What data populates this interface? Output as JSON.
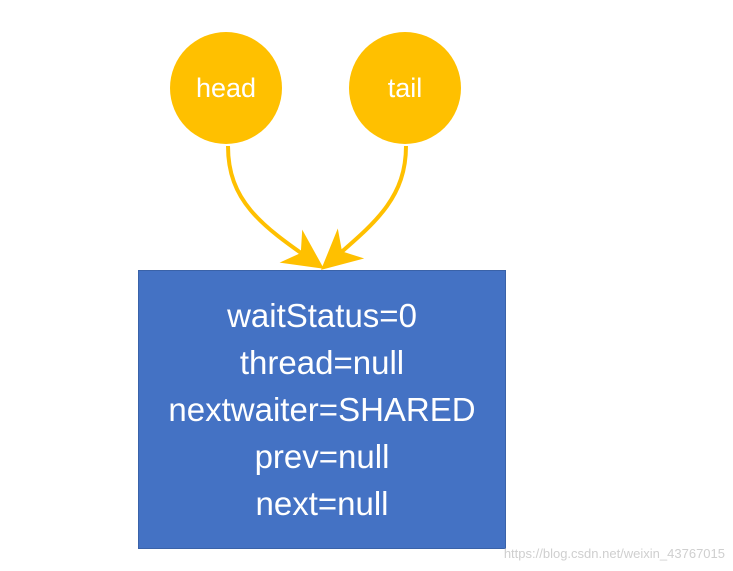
{
  "colors": {
    "pointer_fill": "#FFC000",
    "node_fill": "#4472C4",
    "node_border": "#3A62A8",
    "arrow": "#FFC000"
  },
  "pointers": {
    "head": "head",
    "tail": "tail"
  },
  "node": {
    "fields": [
      "waitStatus=0",
      "thread=null",
      "nextwaiter=SHARED",
      "prev=null",
      "next=null"
    ]
  },
  "watermark": "https://blog.csdn.net/weixin_43767015"
}
